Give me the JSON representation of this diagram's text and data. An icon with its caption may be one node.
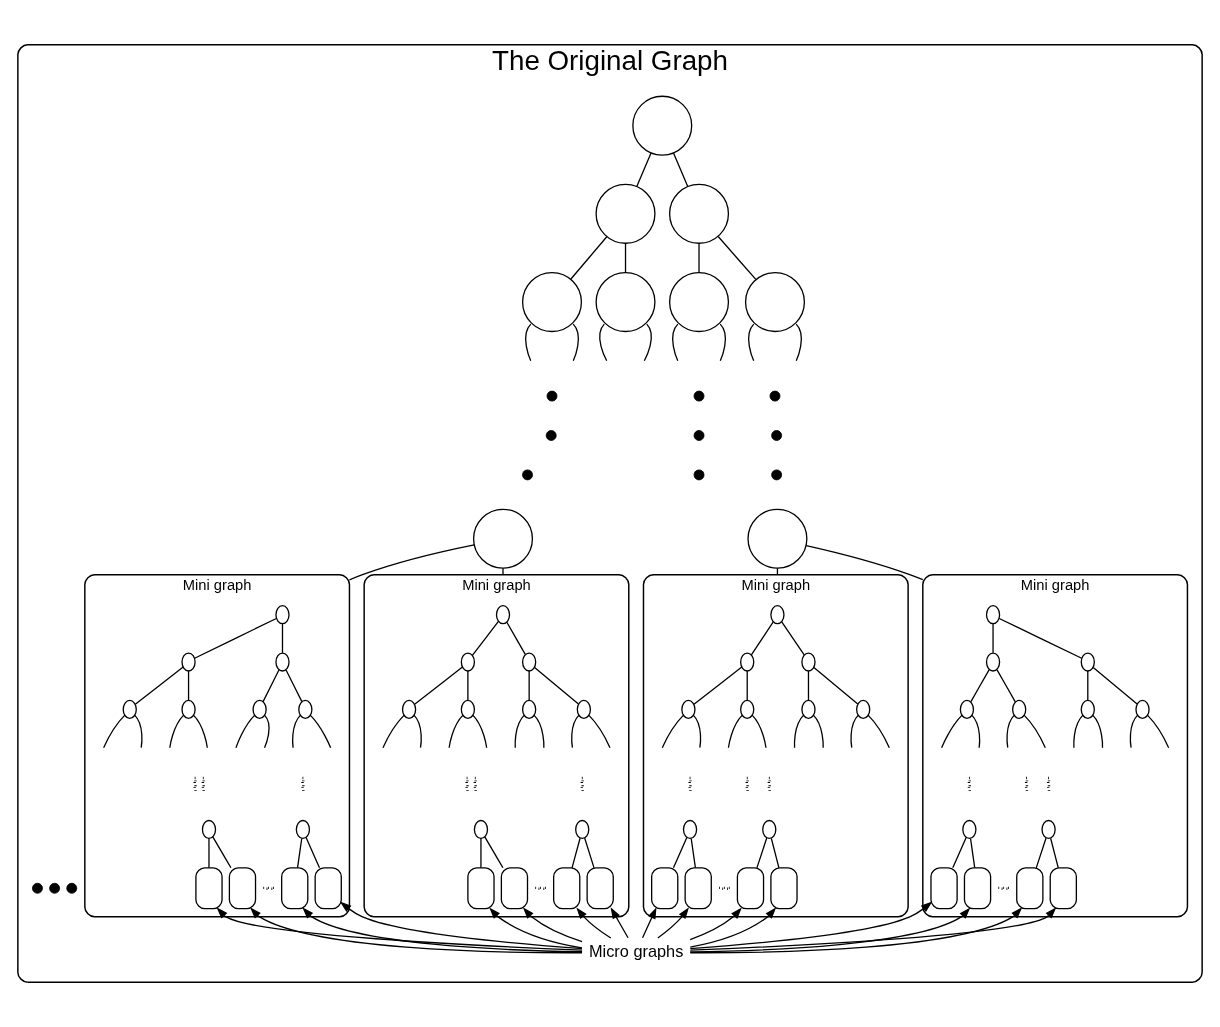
{
  "diagram": {
    "nodes": [
      {
        "text": [
          "The Original Graph"
        ]
      },
      {
        "text": [],
        "shape": "circle",
        "in": 0
      },
      {
        "text": [],
        "shape": "circle",
        "in": 0
      },
      {
        "text": [],
        "shape": "circle",
        "in": 0
      },
      {
        "text": [],
        "shape": "circle",
        "in": 0
      },
      {
        "text": [],
        "shape": "circle",
        "in": 0
      },
      {
        "text": [],
        "shape": "circle",
        "in": 0
      },
      {
        "text": [],
        "shape": "circle",
        "in": 0
      },
      {
        "text": [],
        "shape": "dot",
        "in": 0
      },
      {
        "text": [],
        "shape": "dot",
        "in": 0
      },
      {
        "text": [],
        "shape": "dot",
        "in": 0
      },
      {
        "text": [],
        "shape": "dot",
        "in": 0
      },
      {
        "text": [],
        "shape": "dot",
        "in": 0
      },
      {
        "text": [],
        "shape": "dot",
        "in": 0
      },
      {
        "text": [],
        "shape": "dot",
        "in": 0
      },
      {
        "text": [],
        "shape": "dot",
        "in": 0
      },
      {
        "text": [],
        "shape": "dot",
        "in": 0
      },
      {
        "text": [],
        "shape": "circle",
        "in": 0
      },
      {
        "text": [],
        "shape": "circle",
        "in": 0
      },
      {
        "text": [
          "Mini graph"
        ],
        "in": 0
      },
      {
        "text": [],
        "shape": "circle",
        "in": 19
      },
      {
        "text": [],
        "shape": "circle",
        "in": 19
      },
      {
        "text": [],
        "shape": "circle",
        "in": 19
      },
      {
        "text": [],
        "shape": "circle",
        "in": 19
      },
      {
        "text": [],
        "shape": "circle",
        "in": 19
      },
      {
        "text": [],
        "shape": "circle",
        "in": 19
      },
      {
        "text": [],
        "shape": "circle",
        "in": 19
      },
      {
        "text": [],
        "shape": "dots",
        "in": 19
      },
      {
        "text": [],
        "shape": "dots",
        "in": 19
      },
      {
        "text": [],
        "shape": "dots",
        "in": 19
      },
      {
        "text": [],
        "shape": "circle",
        "in": 19
      },
      {
        "text": [],
        "shape": "circle",
        "in": 19
      },
      {
        "text": [],
        "shape": "box",
        "in": 19
      },
      {
        "text": [],
        "shape": "box",
        "in": 19
      },
      {
        "text": [],
        "shape": "dots",
        "in": 19
      },
      {
        "text": [],
        "shape": "box",
        "in": 19
      },
      {
        "text": [],
        "shape": "box",
        "in": 19
      },
      {
        "text": [
          "Mini graph"
        ],
        "in": 0
      },
      {
        "text": [],
        "shape": "circle",
        "in": 37
      },
      {
        "text": [],
        "shape": "circle",
        "in": 37
      },
      {
        "text": [],
        "shape": "circle",
        "in": 37
      },
      {
        "text": [],
        "shape": "circle",
        "in": 37
      },
      {
        "text": [],
        "shape": "circle",
        "in": 37
      },
      {
        "text": [],
        "shape": "circle",
        "in": 37
      },
      {
        "text": [],
        "shape": "circle",
        "in": 37
      },
      {
        "text": [],
        "shape": "dots",
        "in": 37
      },
      {
        "text": [],
        "shape": "dots",
        "in": 37
      },
      {
        "text": [],
        "shape": "dots",
        "in": 37
      },
      {
        "text": [],
        "shape": "circle",
        "in": 37
      },
      {
        "text": [],
        "shape": "circle",
        "in": 37
      },
      {
        "text": [],
        "shape": "box",
        "in": 37
      },
      {
        "text": [],
        "shape": "box",
        "in": 37
      },
      {
        "text": [],
        "shape": "dots",
        "in": 37
      },
      {
        "text": [],
        "shape": "box",
        "in": 37
      },
      {
        "text": [],
        "shape": "box",
        "in": 37
      },
      {
        "text": [],
        "shape": "dot",
        "in": 0
      },
      {
        "text": [],
        "shape": "dot",
        "in": 0
      },
      {
        "text": [],
        "shape": "dot",
        "in": 0
      },
      {
        "text": [
          "Mini graph"
        ],
        "in": 0
      },
      {
        "text": [],
        "shape": "circle",
        "in": 58
      },
      {
        "text": [],
        "shape": "circle",
        "in": 58
      },
      {
        "text": [],
        "shape": "circle",
        "in": 58
      },
      {
        "text": [],
        "shape": "circle",
        "in": 58
      },
      {
        "text": [],
        "shape": "circle",
        "in": 58
      },
      {
        "text": [],
        "shape": "circle",
        "in": 58
      },
      {
        "text": [],
        "shape": "circle",
        "in": 58
      },
      {
        "text": [],
        "shape": "dots",
        "in": 58
      },
      {
        "text": [],
        "shape": "dots",
        "in": 58
      },
      {
        "text": [],
        "shape": "dots",
        "in": 58
      },
      {
        "text": [],
        "shape": "circle",
        "in": 58
      },
      {
        "text": [],
        "shape": "circle",
        "in": 58
      },
      {
        "text": [],
        "shape": "box",
        "in": 58
      },
      {
        "text": [],
        "shape": "box",
        "in": 58
      },
      {
        "text": [],
        "shape": "dots",
        "in": 58
      },
      {
        "text": [],
        "shape": "box",
        "in": 58
      },
      {
        "text": [],
        "shape": "box",
        "in": 58
      },
      {
        "text": [
          "Mini graph"
        ],
        "in": 0
      },
      {
        "text": [],
        "shape": "circle",
        "in": 76
      },
      {
        "text": [],
        "shape": "circle",
        "in": 76
      },
      {
        "text": [],
        "shape": "circle",
        "in": 76
      },
      {
        "text": [],
        "shape": "circle",
        "in": 76
      },
      {
        "text": [],
        "shape": "circle",
        "in": 76
      },
      {
        "text": [],
        "shape": "circle",
        "in": 76
      },
      {
        "text": [],
        "shape": "circle",
        "in": 76
      },
      {
        "text": [],
        "shape": "dots",
        "in": 76
      },
      {
        "text": [],
        "shape": "dots",
        "in": 76
      },
      {
        "text": [],
        "shape": "dots",
        "in": 76
      },
      {
        "text": [],
        "shape": "circle",
        "in": 76
      },
      {
        "text": [],
        "shape": "circle",
        "in": 76
      },
      {
        "text": [],
        "shape": "box",
        "in": 76
      },
      {
        "text": [],
        "shape": "box",
        "in": 76
      },
      {
        "text": [],
        "shape": "dots",
        "in": 76
      },
      {
        "text": [],
        "shape": "box",
        "in": 76
      },
      {
        "text": [],
        "shape": "box",
        "in": 76
      },
      {
        "text": [
          "Micro graphs"
        ],
        "in": 0
      }
    ],
    "edges": [
      {
        "from": 1,
        "to": 2,
        "arrow": "none"
      },
      {
        "from": 1,
        "to": 3,
        "arrow": "none"
      },
      {
        "from": 2,
        "to": 4,
        "arrow": "none"
      },
      {
        "from": 2,
        "to": 5,
        "arrow": "none"
      },
      {
        "from": 3,
        "to": 6,
        "arrow": "none"
      },
      {
        "from": 3,
        "to": 7,
        "arrow": "none"
      },
      {
        "from": 4,
        "to": null,
        "arrow": "none"
      },
      {
        "from": 4,
        "to": null,
        "arrow": "none"
      },
      {
        "from": 5,
        "to": null,
        "arrow": "none"
      },
      {
        "from": 5,
        "to": null,
        "arrow": "none"
      },
      {
        "from": 6,
        "to": null,
        "arrow": "none"
      },
      {
        "from": 6,
        "to": null,
        "arrow": "none"
      },
      {
        "from": 7,
        "to": null,
        "arrow": "none"
      },
      {
        "from": 7,
        "to": null,
        "arrow": "none"
      },
      {
        "from": 17,
        "to": 19,
        "arrow": "none"
      },
      {
        "from": 17,
        "to": 37,
        "arrow": "none"
      },
      {
        "from": 18,
        "to": 58,
        "arrow": "none"
      },
      {
        "from": 18,
        "to": 76,
        "arrow": "none"
      },
      {
        "from": 20,
        "to": 21,
        "arrow": "none"
      },
      {
        "from": 20,
        "to": 22,
        "arrow": "none"
      },
      {
        "from": 21,
        "to": 23,
        "arrow": "none"
      },
      {
        "from": 21,
        "to": 24,
        "arrow": "none"
      },
      {
        "from": 22,
        "to": 25,
        "arrow": "none"
      },
      {
        "from": 22,
        "to": 26,
        "arrow": "none"
      },
      {
        "from": 23,
        "to": null,
        "arrow": "none"
      },
      {
        "from": 23,
        "to": null,
        "arrow": "none"
      },
      {
        "from": 24,
        "to": null,
        "arrow": "none"
      },
      {
        "from": 24,
        "to": null,
        "arrow": "none"
      },
      {
        "from": 25,
        "to": null,
        "arrow": "none"
      },
      {
        "from": 25,
        "to": null,
        "arrow": "none"
      },
      {
        "from": 26,
        "to": null,
        "arrow": "none"
      },
      {
        "from": 26,
        "to": null,
        "arrow": "none"
      },
      {
        "from": 30,
        "to": 32,
        "arrow": "none"
      },
      {
        "from": 30,
        "to": 33,
        "arrow": "none"
      },
      {
        "from": 31,
        "to": 35,
        "arrow": "none"
      },
      {
        "from": 31,
        "to": 36,
        "arrow": "none"
      },
      {
        "from": 38,
        "to": 39,
        "arrow": "none"
      },
      {
        "from": 38,
        "to": 40,
        "arrow": "none"
      },
      {
        "from": 39,
        "to": 41,
        "arrow": "none"
      },
      {
        "from": 39,
        "to": 42,
        "arrow": "none"
      },
      {
        "from": 40,
        "to": 43,
        "arrow": "none"
      },
      {
        "from": 40,
        "to": 44,
        "arrow": "none"
      },
      {
        "from": 41,
        "to": null,
        "arrow": "none"
      },
      {
        "from": 41,
        "to": null,
        "arrow": "none"
      },
      {
        "from": 42,
        "to": null,
        "arrow": "none"
      },
      {
        "from": 42,
        "to": null,
        "arrow": "none"
      },
      {
        "from": 43,
        "to": null,
        "arrow": "none"
      },
      {
        "from": 43,
        "to": null,
        "arrow": "none"
      },
      {
        "from": 44,
        "to": null,
        "arrow": "none"
      },
      {
        "from": 44,
        "to": null,
        "arrow": "none"
      },
      {
        "from": 48,
        "to": 50,
        "arrow": "none"
      },
      {
        "from": 48,
        "to": 51,
        "arrow": "none"
      },
      {
        "from": 49,
        "to": 53,
        "arrow": "none"
      },
      {
        "from": 49,
        "to": 54,
        "arrow": "none"
      },
      {
        "from": 59,
        "to": 60,
        "arrow": "none"
      },
      {
        "from": 59,
        "to": 61,
        "arrow": "none"
      },
      {
        "from": 60,
        "to": 62,
        "arrow": "none"
      },
      {
        "from": 60,
        "to": 63,
        "arrow": "none"
      },
      {
        "from": 61,
        "to": 64,
        "arrow": "none"
      },
      {
        "from": 61,
        "to": 65,
        "arrow": "none"
      },
      {
        "from": 62,
        "to": null,
        "arrow": "none"
      },
      {
        "from": 62,
        "to": null,
        "arrow": "none"
      },
      {
        "from": 63,
        "to": null,
        "arrow": "none"
      },
      {
        "from": 63,
        "to": null,
        "arrow": "none"
      },
      {
        "from": 64,
        "to": null,
        "arrow": "none"
      },
      {
        "from": 64,
        "to": null,
        "arrow": "none"
      },
      {
        "from": 65,
        "to": null,
        "arrow": "none"
      },
      {
        "from": 65,
        "to": null,
        "arrow": "none"
      },
      {
        "from": 69,
        "to": 71,
        "arrow": "none"
      },
      {
        "from": 69,
        "to": 72,
        "arrow": "none"
      },
      {
        "from": 70,
        "to": 74,
        "arrow": "none"
      },
      {
        "from": 70,
        "to": 75,
        "arrow": "none"
      },
      {
        "from": 77,
        "to": 78,
        "arrow": "none"
      },
      {
        "from": 77,
        "to": 79,
        "arrow": "none"
      },
      {
        "from": 78,
        "to": 80,
        "arrow": "none"
      },
      {
        "from": 78,
        "to": 81,
        "arrow": "none"
      },
      {
        "from": 79,
        "to": 82,
        "arrow": "none"
      },
      {
        "from": 79,
        "to": 83,
        "arrow": "none"
      },
      {
        "from": 80,
        "to": null,
        "arrow": "none"
      },
      {
        "from": 80,
        "to": null,
        "arrow": "none"
      },
      {
        "from": 81,
        "to": null,
        "arrow": "none"
      },
      {
        "from": 81,
        "to": null,
        "arrow": "none"
      },
      {
        "from": 82,
        "to": null,
        "arrow": "none"
      },
      {
        "from": 82,
        "to": null,
        "arrow": "none"
      },
      {
        "from": 83,
        "to": null,
        "arrow": "none"
      },
      {
        "from": 83,
        "to": null,
        "arrow": "none"
      },
      {
        "from": 87,
        "to": 89,
        "arrow": "none"
      },
      {
        "from": 87,
        "to": 90,
        "arrow": "none"
      },
      {
        "from": 88,
        "to": 92,
        "arrow": "none"
      },
      {
        "from": 88,
        "to": 93,
        "arrow": "none"
      },
      {
        "from": 94,
        "to": 32,
        "arrow": "to"
      },
      {
        "from": 94,
        "to": 33,
        "arrow": "to"
      },
      {
        "from": 94,
        "to": 35,
        "arrow": "to"
      },
      {
        "from": 94,
        "to": 36,
        "arrow": "to"
      },
      {
        "from": 94,
        "to": 50,
        "arrow": "to"
      },
      {
        "from": 94,
        "to": 51,
        "arrow": "to"
      },
      {
        "from": 94,
        "to": 53,
        "arrow": "to"
      },
      {
        "from": 94,
        "to": 54,
        "arrow": "to"
      },
      {
        "from": 94,
        "to": 71,
        "arrow": "to"
      },
      {
        "from": 94,
        "to": 72,
        "arrow": "to"
      },
      {
        "from": 94,
        "to": 74,
        "arrow": "to"
      },
      {
        "from": 94,
        "to": 75,
        "arrow": "to"
      },
      {
        "from": 94,
        "to": 89,
        "arrow": "to"
      },
      {
        "from": 94,
        "to": 90,
        "arrow": "to"
      },
      {
        "from": 94,
        "to": 92,
        "arrow": "to"
      },
      {
        "from": 94,
        "to": 93,
        "arrow": "to"
      }
    ]
  }
}
